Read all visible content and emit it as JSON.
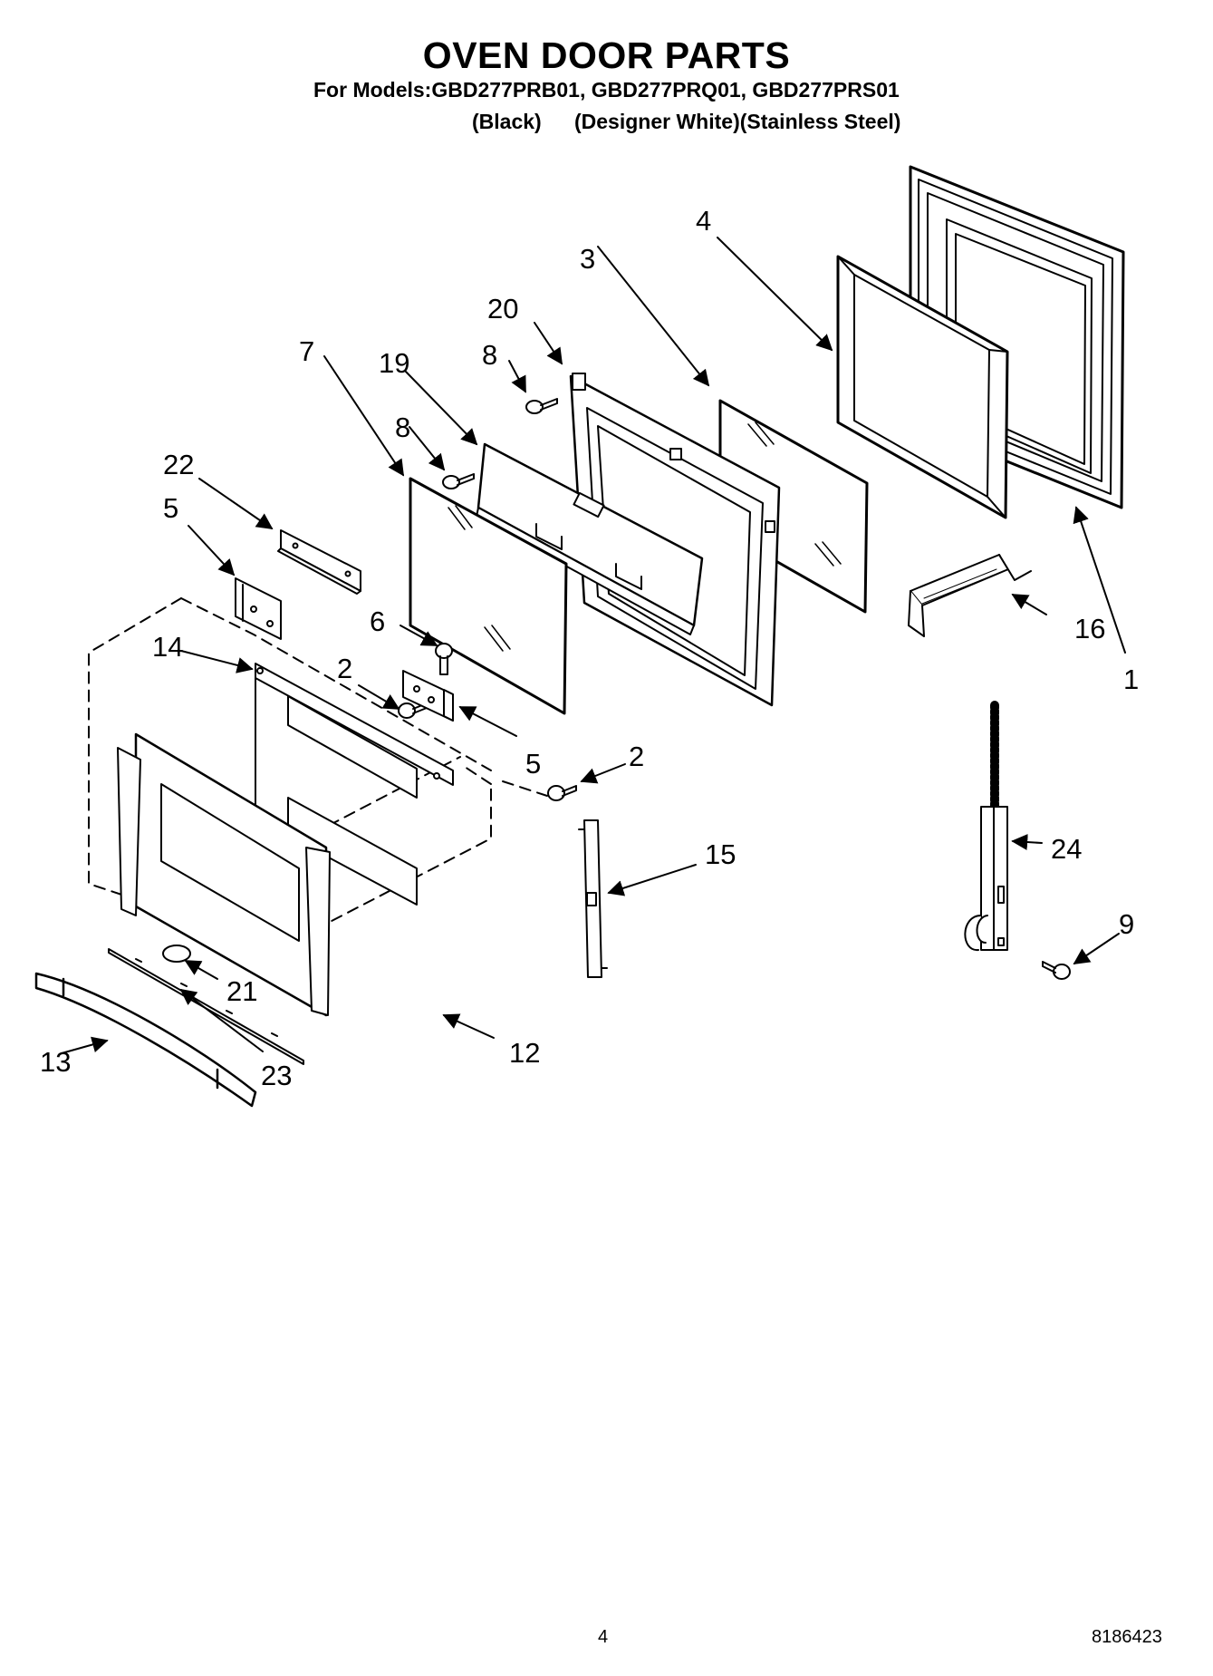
{
  "header": {
    "title": "OVEN DOOR PARTS",
    "models_line": "For Models:GBD277PRB01, GBD277PRQ01, GBD277PRS01",
    "variants": [
      "(Black)",
      "(Designer White)(Stainless Steel)"
    ]
  },
  "callouts": [
    "1",
    "2",
    "2",
    "3",
    "4",
    "5",
    "5",
    "6",
    "7",
    "8",
    "8",
    "9",
    "12",
    "13",
    "14",
    "15",
    "16",
    "19",
    "20",
    "21",
    "22",
    "23",
    "24"
  ],
  "footer": {
    "page_number": "4",
    "doc_number": "8186423"
  }
}
